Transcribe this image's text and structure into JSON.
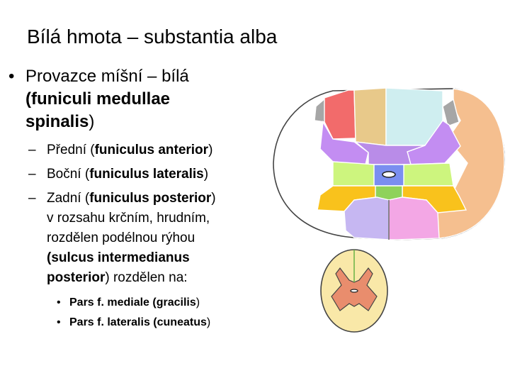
{
  "title": "Bílá hmota – substantia alba",
  "bullet": {
    "marker": "•",
    "line1": "Provazce míšní – bílá",
    "line2_bold": "(funiculi medullae",
    "line3_bold": "spinalis",
    "line3_tail": ")"
  },
  "sub": {
    "dash": "–",
    "anterior": {
      "name": "Přední ",
      "latin_open": "(",
      "latin": "funiculus anterior",
      "latin_close": ")"
    },
    "lateral": {
      "name": "Boční ",
      "latin_open": "(",
      "latin": "funiculus lateralis",
      "latin_close": ")"
    },
    "posterior": {
      "name": "Zadní ",
      "latin_open": "(",
      "latin": "funiculus posterior",
      "latin_close": ")",
      "cont1": "v rozsahu krčním, hrudním,",
      "cont2": "rozdělen podélnou rýhou",
      "cont3_bold": "(sulcus intermedianus",
      "cont4_bold": "posterior",
      "cont4_tail": ") rozdělen na:"
    }
  },
  "subsub": {
    "marker": "•",
    "item1_bold": "Pars f. mediale (gracilis",
    "item1_tail": ")",
    "item2_bold": "Pars f. lateralis (cuneatus",
    "item2_tail": ")"
  },
  "colors": {
    "red": "#f26b6b",
    "tan": "#e8c98a",
    "cyan": "#cfeef0",
    "gray": "#a6a6a6",
    "orange_right": "#f5bf8f",
    "purple": "#c38df2",
    "violet": "#b98ce8",
    "lime": "#cdf57e",
    "blue": "#7a8ef0",
    "yellow": "#f9c21c",
    "green": "#8fd25a",
    "lavender": "#c6b7f2",
    "pink": "#f3a7e5",
    "small_fill": "#f9e8a8",
    "small_gray_matter": "#e98d6d"
  }
}
